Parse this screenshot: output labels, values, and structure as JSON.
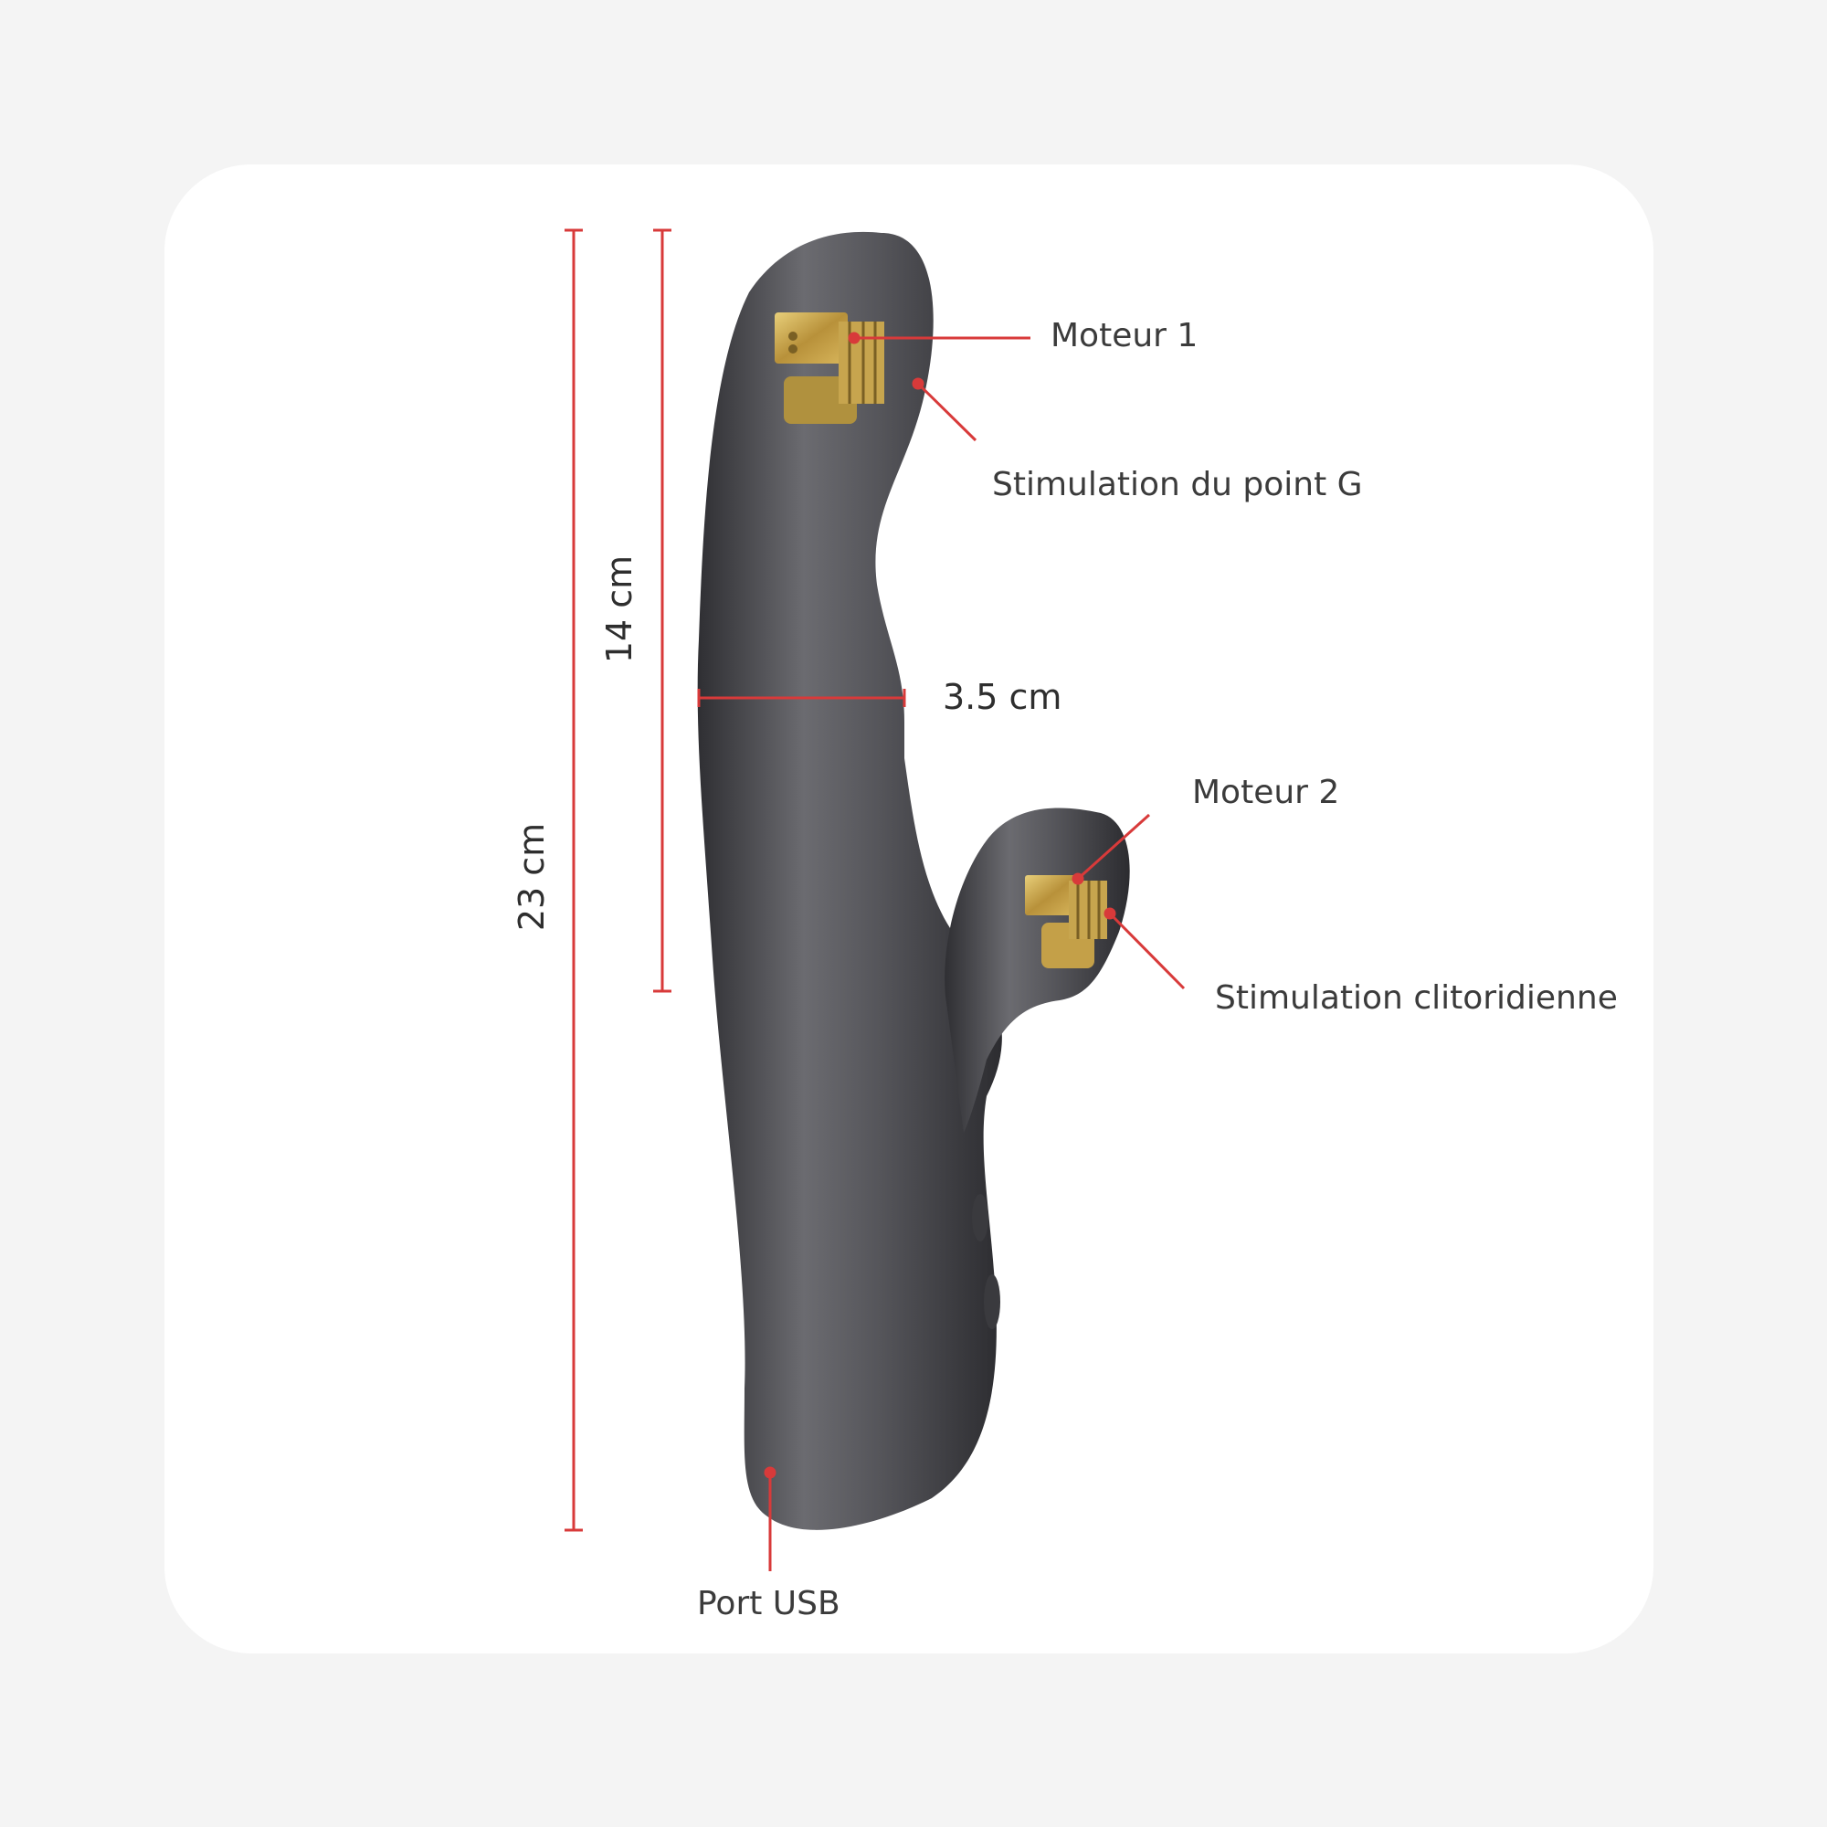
{
  "labels": {
    "motor1": "Moteur 1",
    "g_spot": "Stimulation du point G",
    "motor2": "Moteur 2",
    "clitoral": "Stimulation clitoridienne",
    "usb_port": "Port USB"
  },
  "dimensions": {
    "total_length": "23 cm",
    "insertable_length": "14 cm",
    "diameter": "3.5 cm"
  },
  "colors": {
    "background": "#f4f4f4",
    "card": "#ffffff",
    "callout_line": "#d83a3a",
    "device_body": "#4a4a4e",
    "motor_gold": "#c9a84a"
  }
}
